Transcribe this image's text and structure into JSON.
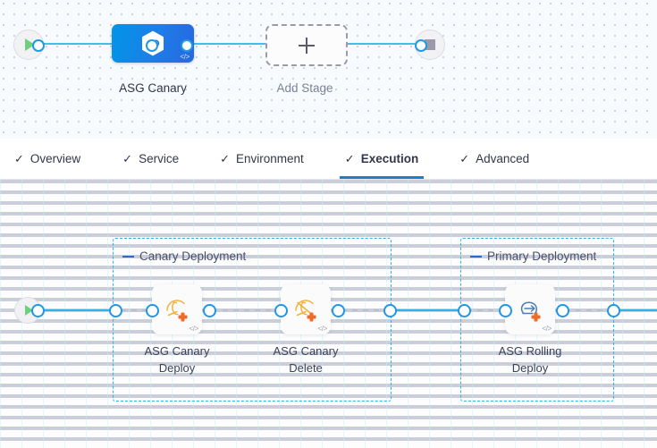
{
  "pipeline_canvas": {
    "start_node": {
      "name": "pipeline-start",
      "icon": "play-icon"
    },
    "end_node": {
      "name": "pipeline-end",
      "icon": "stop-square-icon"
    },
    "stage": {
      "label": "ASG Canary",
      "icon": "harness-hexagon-icon",
      "code_badge": "</>",
      "color": "#1e7de8"
    },
    "add_stage": {
      "label": "Add Stage",
      "icon": "plus-icon"
    },
    "connector_color": "#40c0e7"
  },
  "tabs": {
    "items": [
      {
        "label": "Overview",
        "check": "✓",
        "active": false
      },
      {
        "label": "Service",
        "check": "✓",
        "active": false
      },
      {
        "label": "Environment",
        "check": "✓",
        "active": false
      },
      {
        "label": "Execution",
        "check": "✓",
        "active": true
      },
      {
        "label": "Advanced",
        "check": "✓",
        "active": false
      }
    ],
    "active_underline_color": "#1b7fd1"
  },
  "execution_canvas": {
    "start_node": {
      "name": "execution-start",
      "icon": "play-icon"
    },
    "groups": [
      {
        "title": "Canary Deployment",
        "collapse_icon": "collapse-dash-icon",
        "border_color": "#2bb4e8",
        "steps": [
          {
            "label_line1": "ASG Canary",
            "label_line2": "Deploy",
            "icon": "asg-canary-deploy-icon",
            "code_badge": "</>"
          },
          {
            "label_line1": "ASG Canary",
            "label_line2": "Delete",
            "icon": "asg-canary-delete-icon",
            "code_badge": "</>"
          }
        ]
      },
      {
        "title": "Primary Deployment",
        "collapse_icon": "collapse-dash-icon",
        "border_color": "#2bb4e8",
        "steps": [
          {
            "label_line1": "ASG Rolling",
            "label_line2": "Deploy",
            "icon": "asg-rolling-deploy-icon",
            "code_badge": "</>"
          }
        ]
      }
    ],
    "solid_connector_color": "#2eb4e6",
    "dashed_connector_color": "#b9bfcc"
  }
}
